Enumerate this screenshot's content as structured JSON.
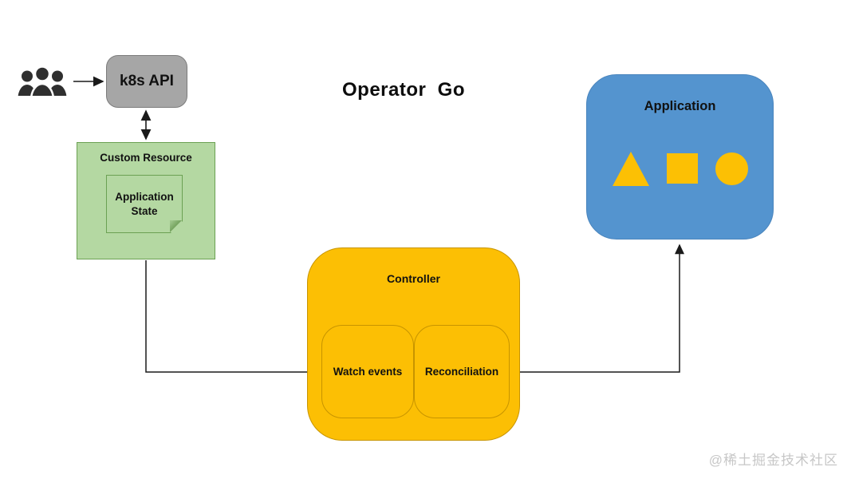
{
  "title": "Operator  Go",
  "watermark": "@稀土掘金技术社区",
  "nodes": {
    "users": {
      "icon": "users-icon"
    },
    "k8s_api": {
      "label": "k8s API"
    },
    "custom_resource": {
      "label": "Custom Resource",
      "note": "Application State"
    },
    "controller": {
      "label": "Controller",
      "watch_events": "Watch events",
      "reconciliation": "Reconciliation"
    },
    "application": {
      "label": "Application",
      "shapes": [
        "triangle",
        "square",
        "circle"
      ]
    }
  },
  "edges": [
    {
      "from": "users",
      "to": "k8s_api",
      "style": "arrow"
    },
    {
      "from": "k8s_api",
      "to": "custom_resource",
      "style": "double-arrow"
    },
    {
      "from": "custom_resource",
      "to": "controller.watch_events",
      "style": "arrow-elbow"
    },
    {
      "from": "controller.reconciliation",
      "to": "application",
      "style": "arrow-elbow"
    }
  ],
  "colors": {
    "gray-fill": "#a6a6a6",
    "gray-border": "#7c7c7c",
    "green-fill": "#b4d8a2",
    "green-border": "#6ba153",
    "orange-fill": "#fcbf04",
    "orange-border": "#c79400",
    "blue-fill": "#5494cf",
    "blue-border": "#4a85bd",
    "shape-yellow": "#fcc004",
    "line": "#1a1a1a",
    "watermark": "#c7c7c7",
    "bg": "#ffffff"
  }
}
